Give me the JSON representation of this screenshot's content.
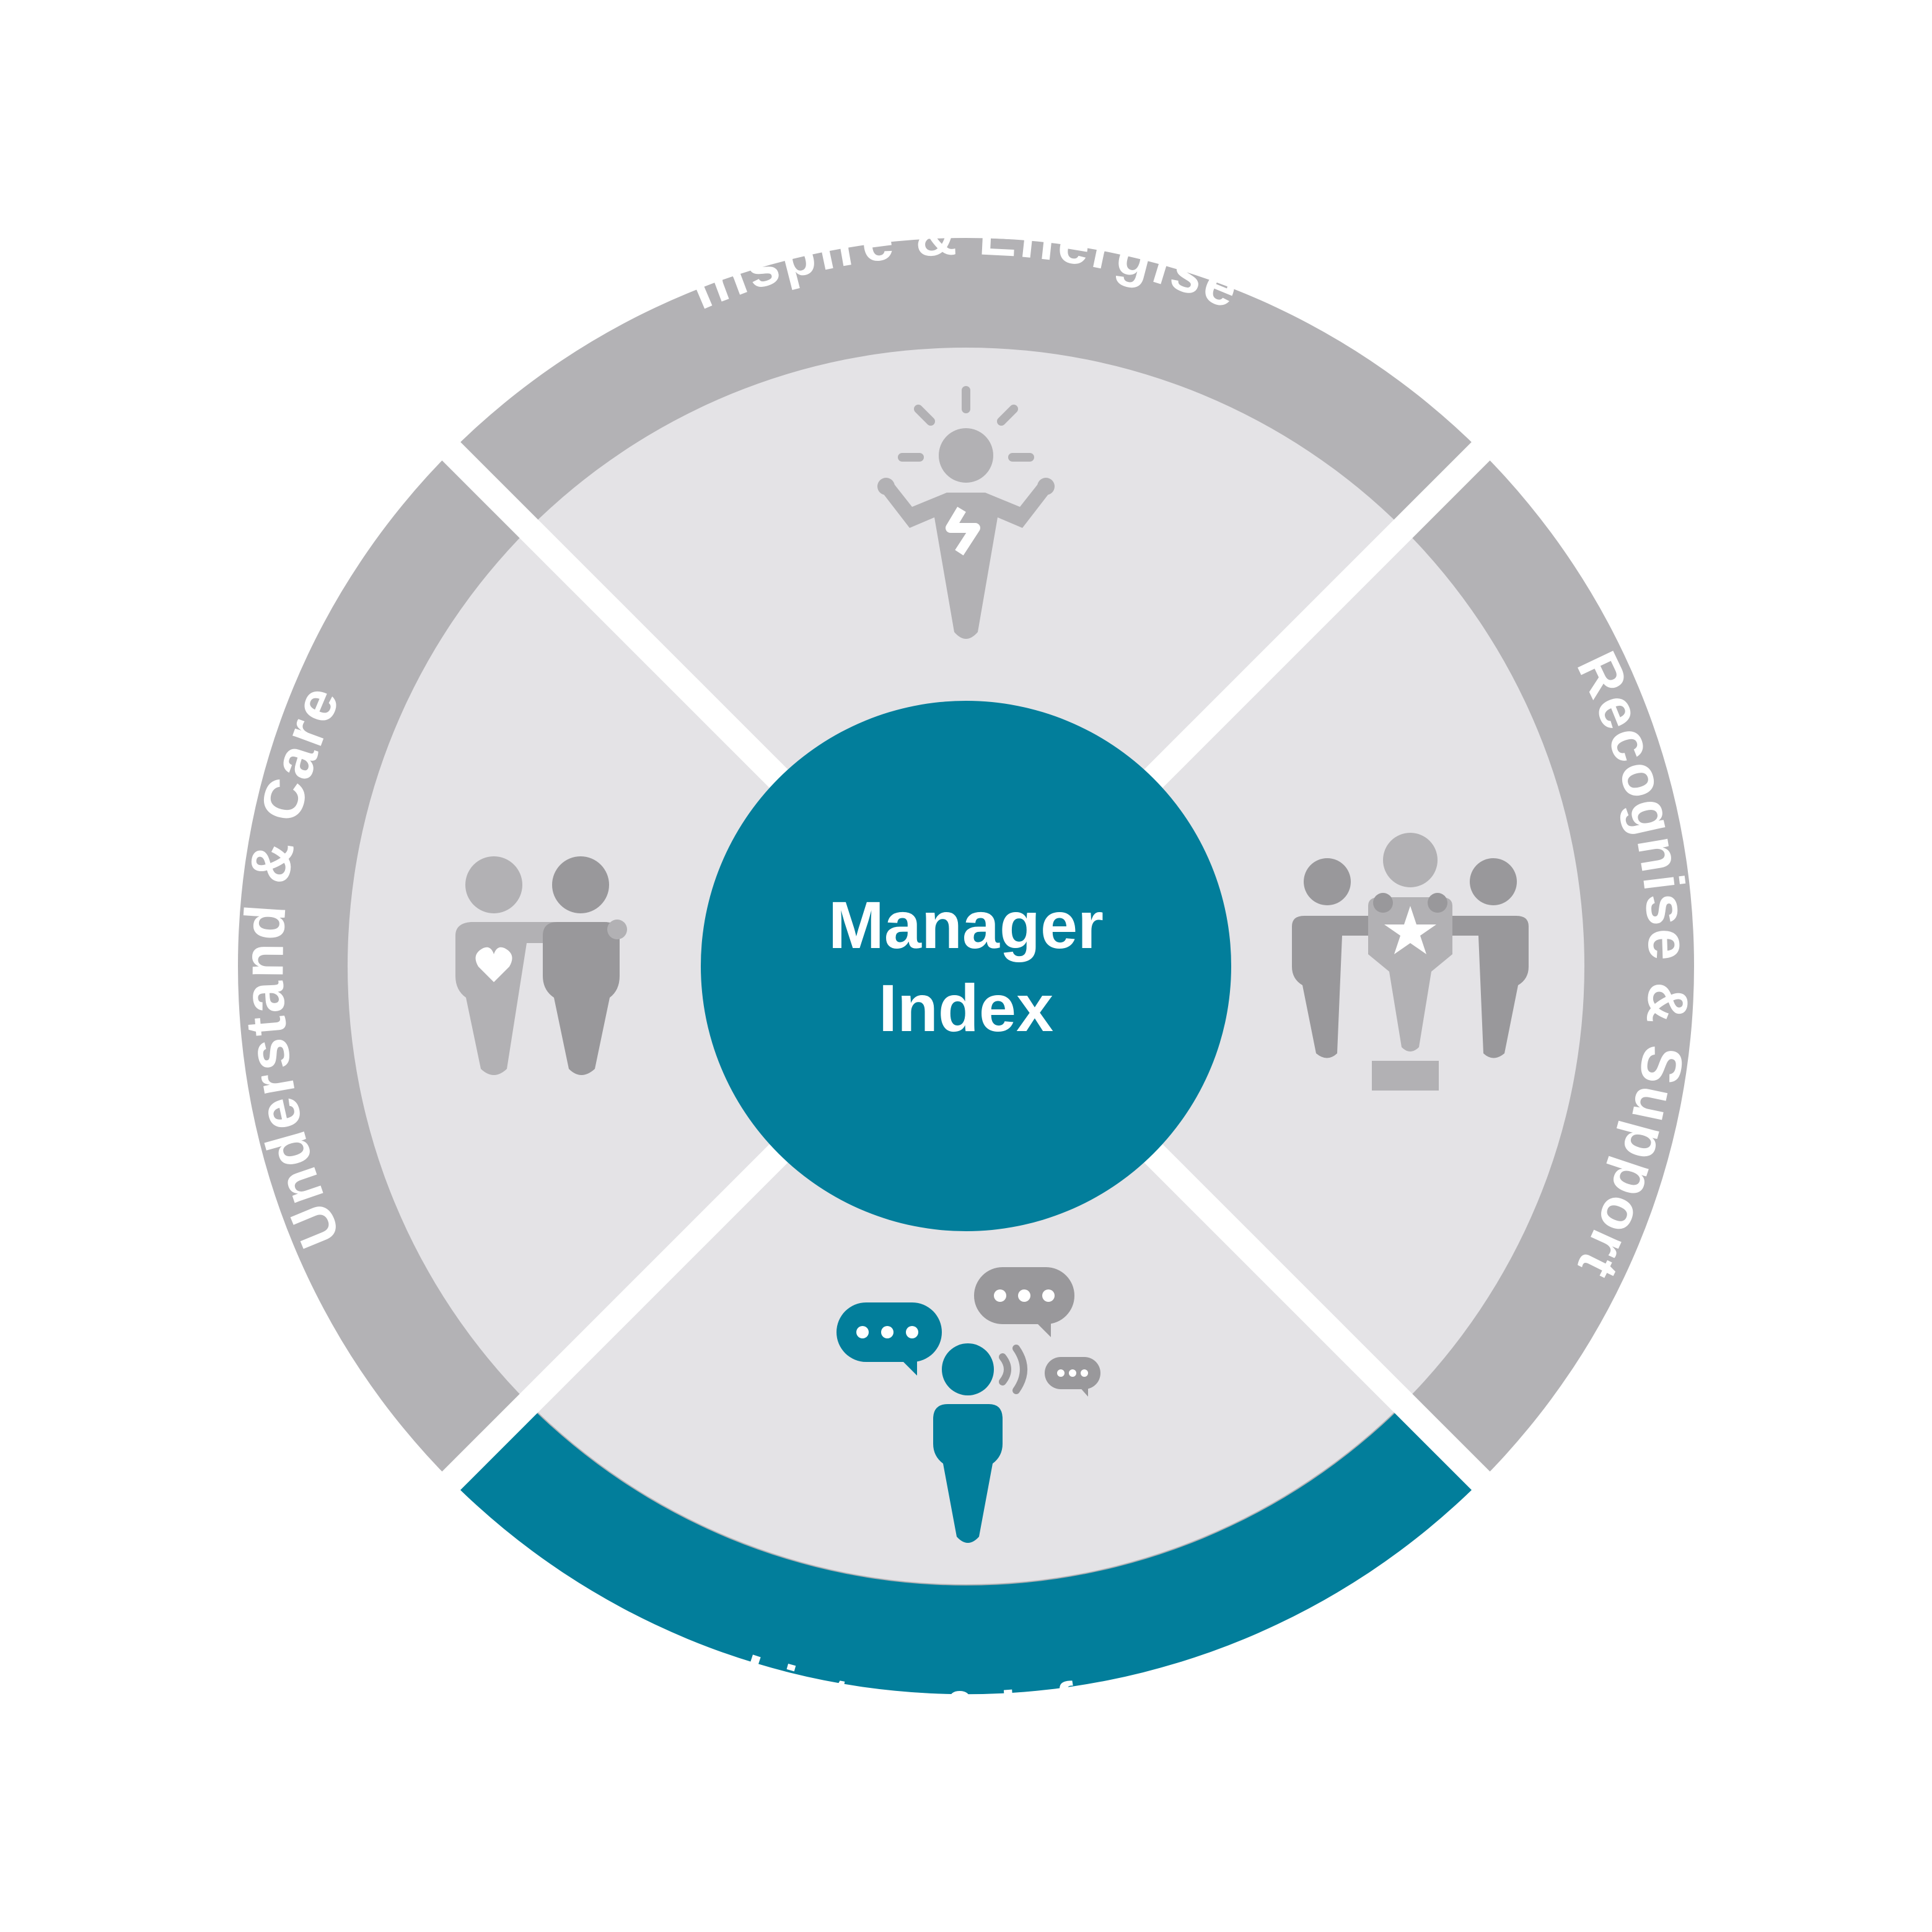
{
  "center": {
    "line1": "Manager",
    "line2": "Index"
  },
  "segments": {
    "top": {
      "label": "Inspire & Energise",
      "icon": "energised-person-icon"
    },
    "right": {
      "label": "Recognise & Support",
      "icon": "award-team-icon"
    },
    "bottom": {
      "label": "Listen & Inform",
      "icon": "speaking-person-icon"
    },
    "left": {
      "label": "Understand & Care",
      "icon": "caring-pair-icon"
    }
  },
  "colors": {
    "teal": "#027e9b",
    "ring_gray": "#b3b2b5",
    "inner_gray": "#e4e3e6",
    "icon_light": "#b2b1b4",
    "icon_dark": "#99989b",
    "background": "#ffffff"
  }
}
